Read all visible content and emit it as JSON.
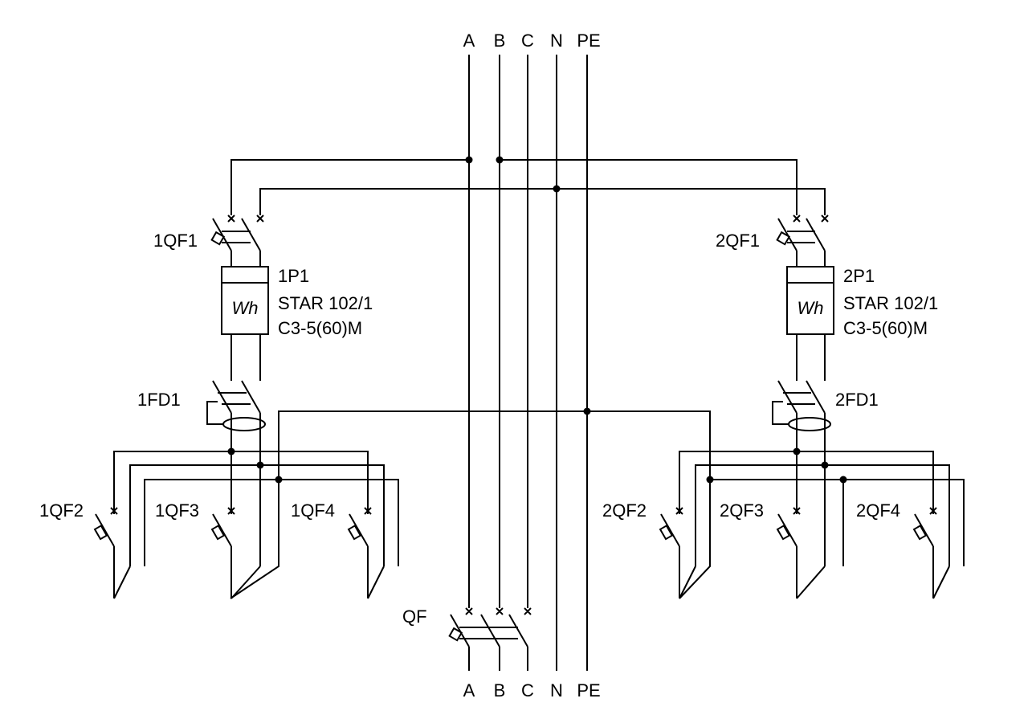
{
  "buses": {
    "top": [
      "A",
      "B",
      "C",
      "N",
      "PE"
    ],
    "bottom": [
      "A",
      "B",
      "C",
      "N",
      "PE"
    ]
  },
  "left": {
    "main_breaker": "1QF1",
    "meter": {
      "id": "1P1",
      "model": "STAR 102/1",
      "rating": "C3-5(60)M",
      "symbol": "Wh"
    },
    "rcd": "1FD1",
    "branches": [
      "1QF2",
      "1QF3",
      "1QF4"
    ]
  },
  "right": {
    "main_breaker": "2QF1",
    "meter": {
      "id": "2P1",
      "model": "STAR 102/1",
      "rating": "C3-5(60)M",
      "symbol": "Wh"
    },
    "rcd": "2FD1",
    "branches": [
      "2QF2",
      "2QF3",
      "2QF4"
    ]
  },
  "input_breaker": "QF"
}
